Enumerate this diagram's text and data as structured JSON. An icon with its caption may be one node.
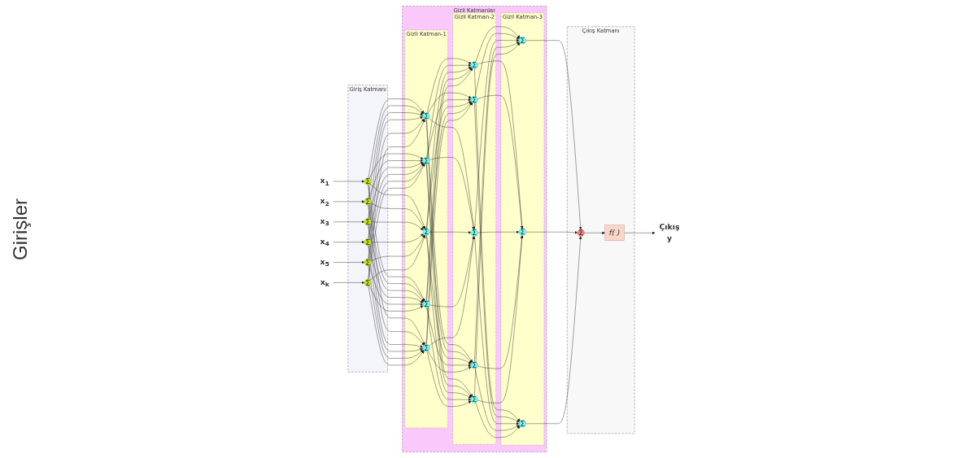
{
  "diagram": {
    "nodes": [
      {
        "text": [
          "x$_{1}$"
        ]
      },
      {
        "text": [
          "x$_{2}$"
        ]
      },
      {
        "text": [
          "x$_{3}$"
        ]
      },
      {
        "text": [
          "x$_{4}$"
        ]
      },
      {
        "text": [
          "x$_{5}$"
        ]
      },
      {
        "text": [
          "x$_{k}$"
        ]
      },
      {
        "text": [
          "Giriş Katmanı"
        ]
      },
      {
        "text": [
          "Σ"
        ],
        "in": 6
      },
      {
        "text": [
          "Σ"
        ],
        "in": 6
      },
      {
        "text": [
          "Σ"
        ],
        "in": 6
      },
      {
        "text": [
          "Σ"
        ],
        "in": 6
      },
      {
        "text": [
          "Σ"
        ],
        "in": 6
      },
      {
        "text": [
          "Σ"
        ],
        "in": 6
      },
      {
        "text": [
          "Gizli Katmanlar"
        ]
      },
      {
        "text": [
          "Gizli Katman-1"
        ],
        "in": 13
      },
      {
        "text": [
          "Σ"
        ],
        "in": 14
      },
      {
        "text": [
          "Σ"
        ],
        "in": 14
      },
      {
        "text": [
          "Σ"
        ],
        "in": 14
      },
      {
        "text": [
          "Σ"
        ],
        "in": 14
      },
      {
        "text": [
          "Σ"
        ],
        "in": 14
      },
      {
        "text": [
          "Gizli Katman-2"
        ],
        "in": 13
      },
      {
        "text": [
          "Σ"
        ],
        "in": 20
      },
      {
        "text": [
          "Σ"
        ],
        "in": 20
      },
      {
        "text": [
          "Σ"
        ],
        "in": 20
      },
      {
        "text": [
          "Σ"
        ],
        "in": 20
      },
      {
        "text": [
          "Σ"
        ],
        "in": 20
      },
      {
        "text": [
          "Gizli Katman-3"
        ],
        "in": 13
      },
      {
        "text": [
          "Σ"
        ],
        "in": 26
      },
      {
        "text": [
          "Σ"
        ],
        "in": 26
      },
      {
        "text": [
          "Σ"
        ],
        "in": 26
      },
      {
        "text": [
          "Çıkış Katmanı"
        ]
      },
      {
        "text": [
          "Σ"
        ],
        "in": 30
      },
      {
        "text": [
          "f( )"
        ],
        "in": 30
      },
      {
        "text": [
          "Çıkış",
          "y"
        ]
      }
    ],
    "edges": [
      {
        "from": 0,
        "to": 7,
        "arrow": "to"
      },
      {
        "from": 1,
        "to": 8,
        "arrow": "to"
      },
      {
        "from": 2,
        "to": 9,
        "arrow": "to"
      },
      {
        "from": 3,
        "to": 10,
        "arrow": "to"
      },
      {
        "from": 4,
        "to": 11,
        "arrow": "to"
      },
      {
        "from": 5,
        "to": 12,
        "arrow": "to"
      },
      {
        "from": 7,
        "to": 15,
        "arrow": "to"
      },
      {
        "from": 7,
        "to": 16,
        "arrow": "to"
      },
      {
        "from": 7,
        "to": 17,
        "arrow": "to"
      },
      {
        "from": 7,
        "to": 18,
        "arrow": "to"
      },
      {
        "from": 7,
        "to": 19,
        "arrow": "to"
      },
      {
        "from": 8,
        "to": 15,
        "arrow": "to"
      },
      {
        "from": 8,
        "to": 16,
        "arrow": "to"
      },
      {
        "from": 8,
        "to": 17,
        "arrow": "to"
      },
      {
        "from": 8,
        "to": 18,
        "arrow": "to"
      },
      {
        "from": 8,
        "to": 19,
        "arrow": "to"
      },
      {
        "from": 9,
        "to": 15,
        "arrow": "to"
      },
      {
        "from": 9,
        "to": 16,
        "arrow": "to"
      },
      {
        "from": 9,
        "to": 17,
        "arrow": "to"
      },
      {
        "from": 9,
        "to": 18,
        "arrow": "to"
      },
      {
        "from": 9,
        "to": 19,
        "arrow": "to"
      },
      {
        "from": 10,
        "to": 15,
        "arrow": "to"
      },
      {
        "from": 10,
        "to": 16,
        "arrow": "to"
      },
      {
        "from": 10,
        "to": 17,
        "arrow": "to"
      },
      {
        "from": 10,
        "to": 18,
        "arrow": "to"
      },
      {
        "from": 10,
        "to": 19,
        "arrow": "to"
      },
      {
        "from": 11,
        "to": 15,
        "arrow": "to"
      },
      {
        "from": 11,
        "to": 16,
        "arrow": "to"
      },
      {
        "from": 11,
        "to": 17,
        "arrow": "to"
      },
      {
        "from": 11,
        "to": 18,
        "arrow": "to"
      },
      {
        "from": 11,
        "to": 19,
        "arrow": "to"
      },
      {
        "from": 12,
        "to": 15,
        "arrow": "to"
      },
      {
        "from": 12,
        "to": 16,
        "arrow": "to"
      },
      {
        "from": 12,
        "to": 17,
        "arrow": "to"
      },
      {
        "from": 12,
        "to": 18,
        "arrow": "to"
      },
      {
        "from": 12,
        "to": 19,
        "arrow": "to"
      },
      {
        "from": 15,
        "to": 21,
        "arrow": "to"
      },
      {
        "from": 15,
        "to": 22,
        "arrow": "to"
      },
      {
        "from": 15,
        "to": 23,
        "arrow": "to"
      },
      {
        "from": 15,
        "to": 24,
        "arrow": "to"
      },
      {
        "from": 15,
        "to": 25,
        "arrow": "to"
      },
      {
        "from": 16,
        "to": 21,
        "arrow": "to"
      },
      {
        "from": 16,
        "to": 22,
        "arrow": "to"
      },
      {
        "from": 16,
        "to": 23,
        "arrow": "to"
      },
      {
        "from": 16,
        "to": 24,
        "arrow": "to"
      },
      {
        "from": 16,
        "to": 25,
        "arrow": "to"
      },
      {
        "from": 17,
        "to": 21,
        "arrow": "to"
      },
      {
        "from": 17,
        "to": 22,
        "arrow": "to"
      },
      {
        "from": 17,
        "to": 23,
        "arrow": "to"
      },
      {
        "from": 17,
        "to": 24,
        "arrow": "to"
      },
      {
        "from": 17,
        "to": 25,
        "arrow": "to"
      },
      {
        "from": 18,
        "to": 21,
        "arrow": "to"
      },
      {
        "from": 18,
        "to": 22,
        "arrow": "to"
      },
      {
        "from": 18,
        "to": 23,
        "arrow": "to"
      },
      {
        "from": 18,
        "to": 24,
        "arrow": "to"
      },
      {
        "from": 18,
        "to": 25,
        "arrow": "to"
      },
      {
        "from": 19,
        "to": 21,
        "arrow": "to"
      },
      {
        "from": 19,
        "to": 22,
        "arrow": "to"
      },
      {
        "from": 19,
        "to": 23,
        "arrow": "to"
      },
      {
        "from": 19,
        "to": 24,
        "arrow": "to"
      },
      {
        "from": 19,
        "to": 25,
        "arrow": "to"
      },
      {
        "from": 21,
        "to": 27,
        "arrow": "to"
      },
      {
        "from": 21,
        "to": 28,
        "arrow": "to"
      },
      {
        "from": 21,
        "to": 29,
        "arrow": "to"
      },
      {
        "from": 22,
        "to": 27,
        "arrow": "to"
      },
      {
        "from": 22,
        "to": 28,
        "arrow": "to"
      },
      {
        "from": 22,
        "to": 29,
        "arrow": "to"
      },
      {
        "from": 23,
        "to": 27,
        "arrow": "to"
      },
      {
        "from": 23,
        "to": 28,
        "arrow": "to"
      },
      {
        "from": 23,
        "to": 29,
        "arrow": "to"
      },
      {
        "from": 24,
        "to": 27,
        "arrow": "to"
      },
      {
        "from": 24,
        "to": 28,
        "arrow": "to"
      },
      {
        "from": 24,
        "to": 29,
        "arrow": "to"
      },
      {
        "from": 25,
        "to": 27,
        "arrow": "to"
      },
      {
        "from": 25,
        "to": 28,
        "arrow": "to"
      },
      {
        "from": 25,
        "to": 29,
        "arrow": "to"
      },
      {
        "from": 27,
        "to": 31,
        "arrow": "to"
      },
      {
        "from": 28,
        "to": 31,
        "arrow": "to"
      },
      {
        "from": 29,
        "to": 31,
        "arrow": "to"
      },
      {
        "from": 31,
        "to": 32,
        "arrow": "to"
      },
      {
        "from": 32,
        "to": 33,
        "arrow": "to"
      }
    ],
    "labels": [
      "Girişler"
    ]
  }
}
